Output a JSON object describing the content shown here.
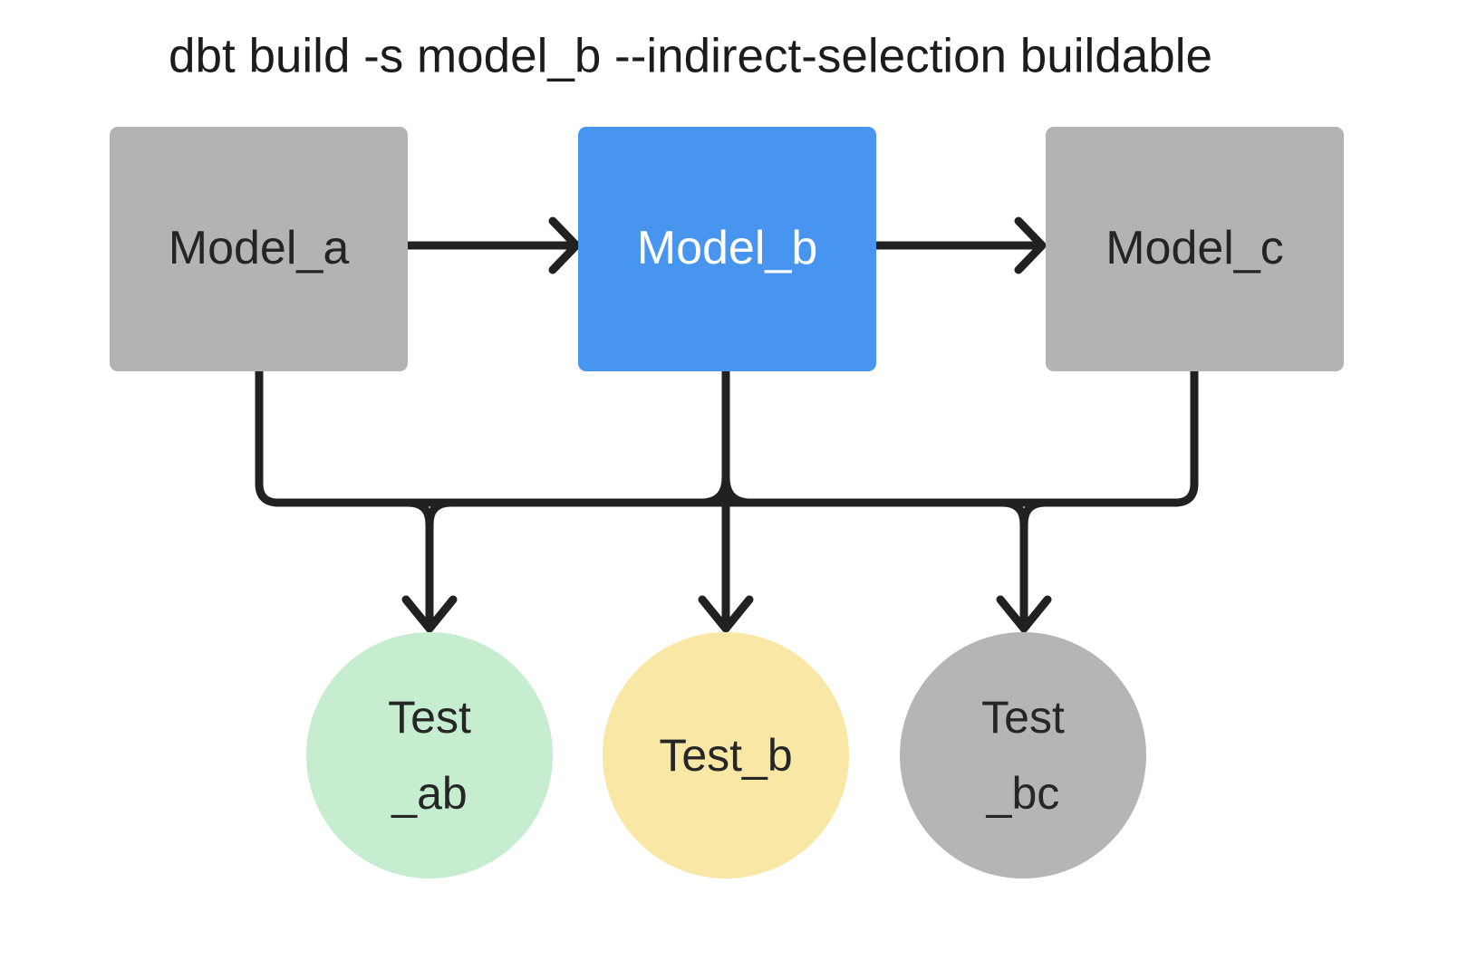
{
  "title": "dbt build -s model_b --indirect-selection buildable",
  "colors": {
    "background": "#ffffff",
    "edge": "#212121",
    "title_text": "#1c1c1c"
  },
  "models": [
    {
      "id": "model_a",
      "label": "Model_a",
      "fill": "#b3b3b3",
      "text": "#242424",
      "state": "not selected"
    },
    {
      "id": "model_b",
      "label": "Model_b",
      "fill": "#4895f0",
      "text": "#ffffff",
      "state": "selected"
    },
    {
      "id": "model_c",
      "label": "Model_c",
      "fill": "#b3b3b3",
      "text": "#242424",
      "state": "not selected"
    }
  ],
  "tests": [
    {
      "id": "test_ab",
      "lines": [
        "Test",
        "_ab"
      ],
      "fill": "#c6edcf",
      "text": "#262626"
    },
    {
      "id": "test_b",
      "lines": [
        "Test_b"
      ],
      "fill": "#f9e7a6",
      "text": "#262626"
    },
    {
      "id": "test_bc",
      "lines": [
        "Test",
        "_bc"
      ],
      "fill": "#b5b5b5",
      "text": "#262626"
    }
  ],
  "edges": [
    {
      "from": "model_a",
      "to": "model_b"
    },
    {
      "from": "model_b",
      "to": "model_c"
    },
    {
      "from": "model_a",
      "to": "test_ab"
    },
    {
      "from": "model_b",
      "to": "test_ab"
    },
    {
      "from": "model_b",
      "to": "test_b"
    },
    {
      "from": "model_b",
      "to": "test_bc"
    },
    {
      "from": "model_c",
      "to": "test_bc"
    }
  ]
}
